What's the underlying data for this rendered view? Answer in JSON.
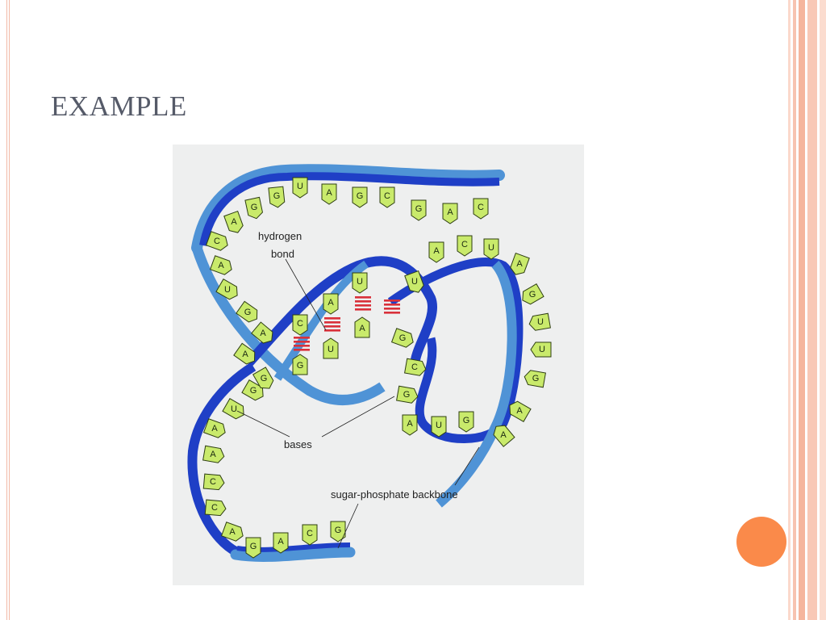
{
  "slide": {
    "title": "EXAMPLE",
    "colors": {
      "frame": "#f5b59d",
      "accent_dot": "#fa8a4a",
      "title": "#555a68",
      "backbone_dark": "#1f3fc6",
      "backbone_light": "#4f93d6",
      "base_fill": "#c9ea6b",
      "hbond": "#d9303a"
    }
  },
  "diagram": {
    "labels": {
      "hydrogen_bond": [
        "hydrogen",
        "bond"
      ],
      "bases": "bases",
      "backbone": "sugar-phosphate backbone"
    },
    "top_strand": [
      "A",
      "G",
      "G",
      "U",
      "A",
      "G",
      "C",
      "G",
      "A",
      "C"
    ],
    "left_strand": [
      "C",
      "A",
      "U",
      "G",
      "A"
    ],
    "lower_left_strand": [
      "U",
      "A",
      "A",
      "C",
      "C",
      "A"
    ],
    "bottom_strand": [
      "G",
      "A",
      "C",
      "G"
    ],
    "loop_strand": [
      "A",
      "C",
      "U",
      "A",
      "G",
      "U",
      "U",
      "G",
      "A",
      "A"
    ],
    "helix_upper": [
      "C",
      "A",
      "U"
    ],
    "helix_lower": [
      "G",
      "U",
      "A"
    ],
    "helix_side": [
      "G",
      "G",
      "C",
      "G"
    ],
    "inner_bottom": [
      "A",
      "U",
      "G"
    ],
    "extra_bases": [
      "U",
      "G",
      "A"
    ]
  }
}
